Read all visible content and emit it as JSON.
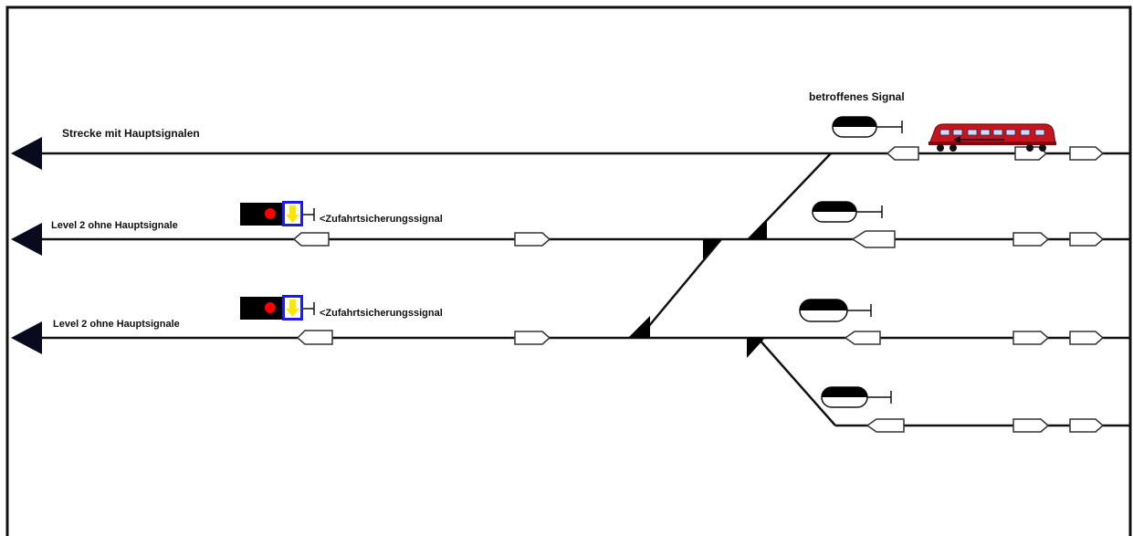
{
  "labels": {
    "track_main": "Strecke mit Hauptsignalen",
    "track_level2_a": "Level 2 ohne Hauptsignale",
    "track_level2_b": "Level 2 ohne Hauptsignale",
    "affected_signal": "betroffenes Signal",
    "access_signal_a": "<Zufahrtsicherungssignal",
    "access_signal_b": "<Zufahrtsicherungssignal"
  },
  "colors": {
    "track": "#111111",
    "frame": "#111111",
    "train_body": "#c8141e",
    "train_window": "#cfd8ff",
    "access_signal_box": "#000000",
    "access_signal_lamp": "#ff0000",
    "access_signal_panel": "#1a1aff",
    "access_signal_arrow": "#ffe600"
  },
  "icons": {
    "direction_arrow": "left-arrow-triangle",
    "balise": "balise-marker",
    "main_signal": "dwarf-signal-icon",
    "access_signal": "access-protection-signal-icon",
    "train": "train-icon"
  }
}
